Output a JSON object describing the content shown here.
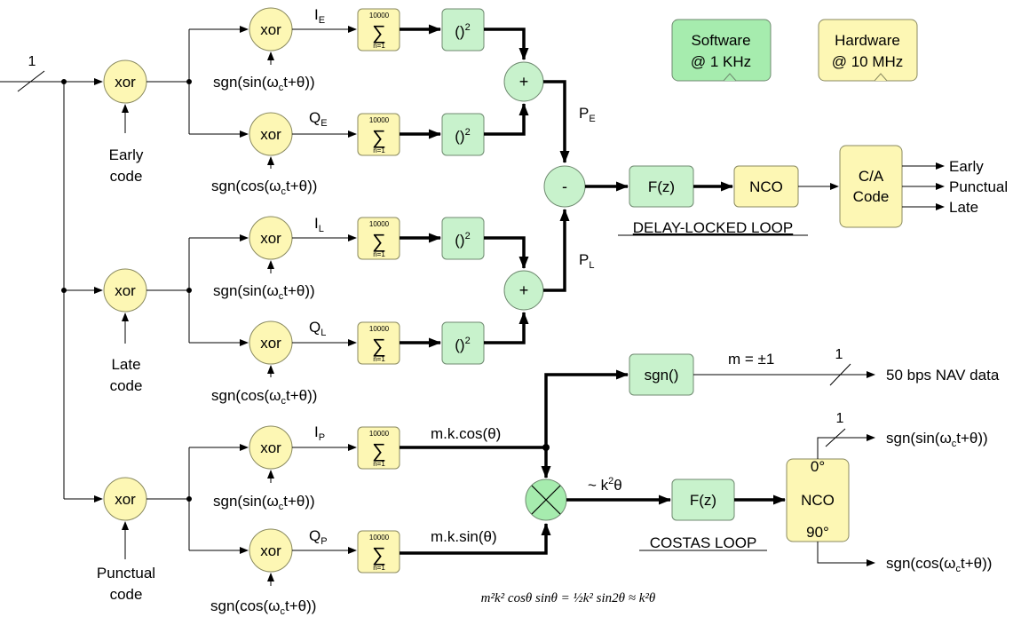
{
  "labels": {
    "xor": "xor",
    "plus": "+",
    "minus": "-",
    "early_code": [
      "Early",
      "code"
    ],
    "late_code": [
      "Late",
      "code"
    ],
    "punctual_code": [
      "Punctual",
      "code"
    ],
    "input_bus": "1",
    "sgn_sin": "sgn(sin(ω",
    "sgn_cos": "sgn(cos(ω",
    "sub_c": "c",
    "sgn_tail": "t+θ))",
    "sum_top": "10000",
    "sum_sym": "∑",
    "sum_bot": "n=1",
    "square": "()",
    "square_exp": "2",
    "I": "I",
    "Q": "Q",
    "P": "P",
    "sub_E": "E",
    "sub_L": "L",
    "sub_P": "P",
    "fz": "F(z)",
    "nco": "NCO",
    "ca_code": [
      "C/A",
      "Code"
    ],
    "out_early": "Early",
    "out_punctual": "Punctual",
    "out_late": "Late",
    "dll": "DELAY-LOCKED LOOP",
    "costas": "COSTAS LOOP",
    "sgn_block": "sgn()",
    "m_pm1": "m = ±1",
    "nav_bus": "1",
    "nav_data": "50 bps NAV data",
    "mk_cos": "m.k.cos(θ)",
    "mk_sin": "m.k.sin(θ)",
    "k2theta": "~ k",
    "k2theta_exp": "2",
    "k2theta_tail": "θ",
    "nco_0": "0°",
    "nco_90": "90°",
    "costas_bus": "1",
    "out_sin": "sgn(sin(ω",
    "out_cos": "sgn(cos(ω",
    "software": [
      "Software",
      "@ 1 KHz"
    ],
    "hardware": [
      "Hardware",
      "@ 10 MHz"
    ],
    "equation": "m²k² cosθ sinθ = ½k² sin2θ ≈ k²θ"
  },
  "colors": {
    "xor_fill": "#fdf7b4",
    "block_fill": "#c8f2cc",
    "software_fill": "#a6ecae"
  }
}
